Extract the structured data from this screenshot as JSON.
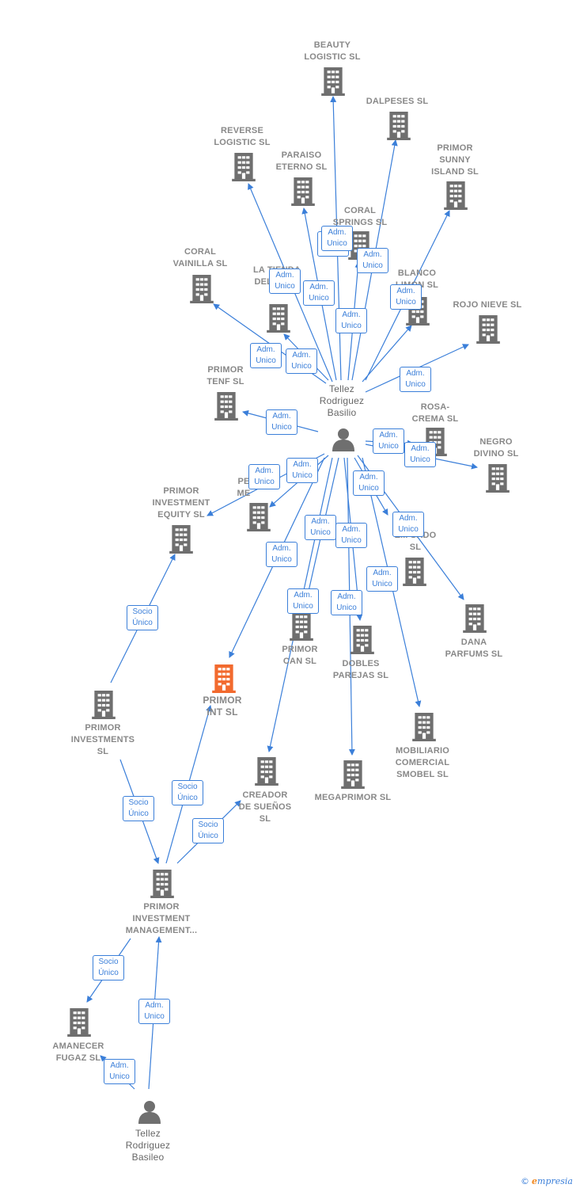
{
  "colors": {
    "building": "#6f6f6f",
    "highlight": "#f26a2e",
    "edge": "#3b7fd9",
    "person": "#6f6f6f"
  },
  "nodes": [
    {
      "id": "beauty",
      "type": "company",
      "label": "BEAUTY\nLOGISTIC SL"
    },
    {
      "id": "dalpeses",
      "type": "company",
      "label": "DALPESES SL"
    },
    {
      "id": "reverse",
      "type": "company",
      "label": "REVERSE\nLOGISTIC SL"
    },
    {
      "id": "paraiso",
      "type": "company",
      "label": "PARAISO\nETERNO SL"
    },
    {
      "id": "sunny",
      "type": "company",
      "label": "PRIMOR\nSUNNY\nISLAND SL"
    },
    {
      "id": "coralsp",
      "type": "company",
      "label": "CORAL\nSPRINGS SL"
    },
    {
      "id": "coralva",
      "type": "company",
      "label": "CORAL\nVAINILLA SL"
    },
    {
      "id": "latienda",
      "type": "company",
      "label": "LA TIENDA\nDEL BEBE"
    },
    {
      "id": "blanco",
      "type": "company",
      "label": "BLANCO\nLIMON SL"
    },
    {
      "id": "rojo",
      "type": "company",
      "label": "ROJO NIEVE SL"
    },
    {
      "id": "tenf",
      "type": "company",
      "label": "PRIMOR\nTENF SL"
    },
    {
      "id": "rosa",
      "type": "company",
      "label": "ROSA-\nCREMA SL"
    },
    {
      "id": "negro",
      "type": "company",
      "label": "NEGRO\nDIVINO SL"
    },
    {
      "id": "equity",
      "type": "company",
      "label": "PRIMOR\nINVESTMENT\nEQUITY SL"
    },
    {
      "id": "pemi",
      "type": "company",
      "label": "PE\nME"
    },
    {
      "id": "emblanco",
      "type": "company",
      "label": "E\nEM SADO\nSL"
    },
    {
      "id": "dana",
      "type": "company",
      "label": "DANA\nPARFUMS SL"
    },
    {
      "id": "can",
      "type": "company",
      "label": "PRIMOR\nCAN SL"
    },
    {
      "id": "dobles",
      "type": "company",
      "label": "DOBLES\nPAREJAS SL"
    },
    {
      "id": "int",
      "type": "highlight",
      "label": "PRIMOR\nINT SL"
    },
    {
      "id": "investments",
      "type": "company",
      "label": "PRIMOR\nINVESTMENTS\nSL"
    },
    {
      "id": "mobiliario",
      "type": "company",
      "label": "MOBILIARIO\nCOMERCIAL\nSMOBEL SL"
    },
    {
      "id": "creador",
      "type": "company",
      "label": "CREADOR\nDE SUEÑOS\nSL"
    },
    {
      "id": "megaprimor",
      "type": "company",
      "label": "MEGAPRIMOR SL"
    },
    {
      "id": "management",
      "type": "company",
      "label": "PRIMOR\nINVESTMENT\nMANAGEMENT..."
    },
    {
      "id": "amanecer",
      "type": "company",
      "label": "AMANECER\nFUGAZ SL"
    },
    {
      "id": "basilio",
      "type": "person",
      "label": "Tellez\nRodriguez\nBasilio"
    },
    {
      "id": "basileo",
      "type": "person",
      "label": "Tellez\nRodriguez\nBasileo"
    }
  ],
  "edge_labels": {
    "adm": [
      "Adm.",
      "Unico"
    ],
    "socio": [
      "Socio",
      "Único"
    ]
  },
  "edges": [
    {
      "from": "basilio",
      "to": "beauty",
      "kind": "adm"
    },
    {
      "from": "basilio",
      "to": "dalpeses",
      "kind": "adm"
    },
    {
      "from": "basilio",
      "to": "reverse",
      "kind": "adm"
    },
    {
      "from": "basilio",
      "to": "paraiso",
      "kind": "adm"
    },
    {
      "from": "basilio",
      "to": "sunny",
      "kind": "adm"
    },
    {
      "from": "basilio",
      "to": "coralsp",
      "kind": "adm"
    },
    {
      "from": "basilio",
      "to": "coralva",
      "kind": "adm"
    },
    {
      "from": "basilio",
      "to": "latienda",
      "kind": "adm"
    },
    {
      "from": "basilio",
      "to": "blanco",
      "kind": "adm"
    },
    {
      "from": "basilio",
      "to": "rojo",
      "kind": "adm"
    },
    {
      "from": "basilio",
      "to": "tenf",
      "kind": "adm"
    },
    {
      "from": "basilio",
      "to": "rosa",
      "kind": "adm"
    },
    {
      "from": "basilio",
      "to": "negro",
      "kind": "adm"
    },
    {
      "from": "basilio",
      "to": "equity",
      "kind": "adm"
    },
    {
      "from": "basilio",
      "to": "pemi",
      "kind": "adm"
    },
    {
      "from": "basilio",
      "to": "emblanco",
      "kind": "adm"
    },
    {
      "from": "basilio",
      "to": "dana",
      "kind": "adm"
    },
    {
      "from": "basilio",
      "to": "can",
      "kind": "adm"
    },
    {
      "from": "basilio",
      "to": "dobles",
      "kind": "adm"
    },
    {
      "from": "basilio",
      "to": "int",
      "kind": "adm"
    },
    {
      "from": "basilio",
      "to": "mobiliario",
      "kind": "adm"
    },
    {
      "from": "basilio",
      "to": "creador",
      "kind": "adm"
    },
    {
      "from": "basilio",
      "to": "megaprimor",
      "kind": "adm"
    },
    {
      "from": "investments",
      "to": "equity",
      "kind": "socio"
    },
    {
      "from": "investments",
      "to": "management",
      "kind": "socio"
    },
    {
      "from": "management",
      "to": "int",
      "kind": "socio"
    },
    {
      "from": "management",
      "to": "creador",
      "kind": "socio"
    },
    {
      "from": "management",
      "to": "amanecer",
      "kind": "socio"
    },
    {
      "from": "basileo",
      "to": "management",
      "kind": "adm"
    },
    {
      "from": "basileo",
      "to": "amanecer",
      "kind": "adm"
    }
  ],
  "footer": {
    "copyright": "©",
    "brand_first": "e",
    "brand_rest": "mpresia"
  }
}
